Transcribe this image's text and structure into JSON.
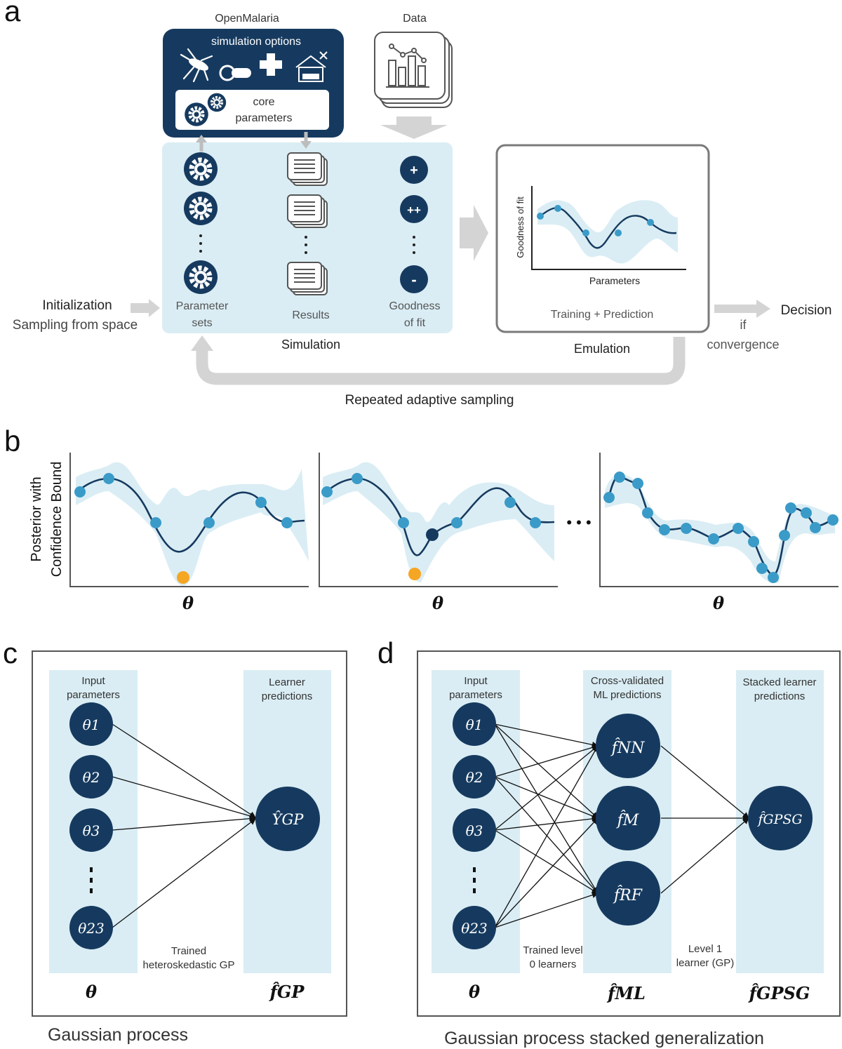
{
  "panel_a": {
    "letter": "a",
    "openmalaria_title": "OpenMalaria",
    "sim_options": "simulation options",
    "core_line1": "core",
    "core_line2": "parameters",
    "data_title": "Data",
    "init_line1": "Initialization",
    "init_line2": "Sampling from space",
    "param_line1": "Parameter",
    "param_line2": "sets",
    "results": "Results",
    "gof_line1": "Goodness",
    "gof_line2": "of fit",
    "gof_plus": "+",
    "gof_plusplus": "++",
    "gof_minus": "-",
    "simulation": "Simulation",
    "emu_ylabel": "Goodness of fit",
    "emu_xlabel": "Parameters",
    "emu_caption": "Training + Prediction",
    "emulation": "Emulation",
    "decision": "Decision",
    "if_label": "if",
    "convergence": "convergence",
    "repeated": "Repeated adaptive sampling"
  },
  "panel_b": {
    "letter": "b",
    "ylabel_line1": "Posterior with",
    "ylabel_line2": "Confidence Bound",
    "xlabel": "θ",
    "ellipsis": "• • •"
  },
  "panel_c": {
    "letter": "c",
    "input_line1": "Input",
    "input_line2": "parameters",
    "learner_line1": "Learner",
    "learner_line2": "predictions",
    "nodes": [
      "θ1",
      "θ2",
      "θ3",
      "θ23"
    ],
    "output": "ŶGP",
    "trained_line1": "Trained",
    "trained_line2": "heteroskedastic GP",
    "bottom_left": "θ",
    "bottom_right": "f̂GP",
    "caption": "Gaussian process"
  },
  "panel_d": {
    "letter": "d",
    "input_line1": "Input",
    "input_line2": "parameters",
    "cv_line1": "Cross-validated",
    "cv_line2": "ML predictions",
    "stacked_line1": "Stacked learner",
    "stacked_line2": "predictions",
    "nodes": [
      "θ1",
      "θ2",
      "θ3",
      "θ23"
    ],
    "learners": [
      "f̂NN",
      "f̂M",
      "f̂RF"
    ],
    "output": "f̂GPSG",
    "level0_line1": "Trained level",
    "level0_line2": "0 learners",
    "level1_line1": "Level 1",
    "level1_line2": "learner (GP)",
    "bottom_left": "θ",
    "bottom_mid": "f̂ML",
    "bottom_right": "f̂GPSG",
    "caption": "Gaussian process stacked generalization"
  },
  "colors": {
    "navy": "#163a5f",
    "band": "#daedf4",
    "point": "#3a9bc8",
    "orange": "#f5a623",
    "arrow_grey": "#d4d4d4"
  }
}
